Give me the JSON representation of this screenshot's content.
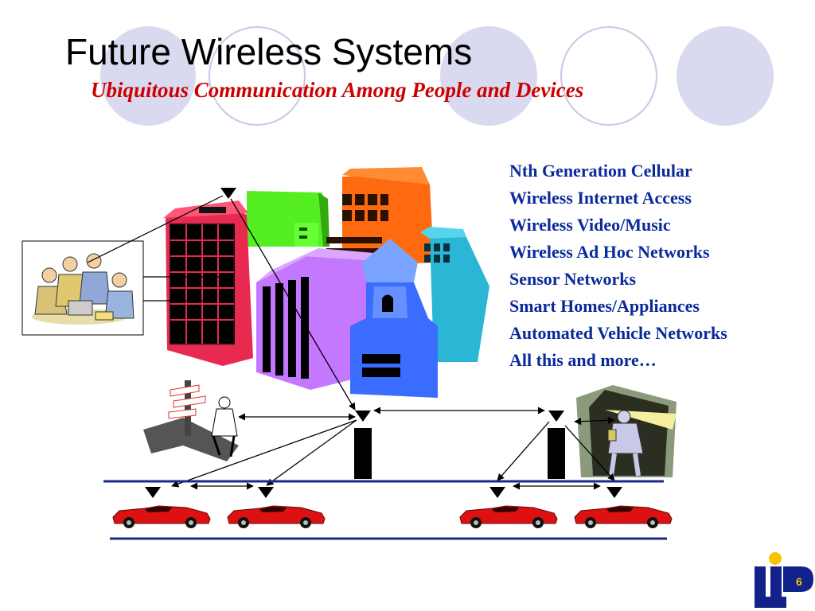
{
  "slide": {
    "title": "Future Wireless Systems",
    "subtitle": "Ubiquitous Communication Among People and Devices",
    "features": [
      "Nth Generation Cellular",
      "Wireless Internet Access",
      "Wireless Video/Music",
      "Wireless Ad Hoc Networks",
      "Sensor Networks",
      "Smart Homes/Appliances",
      "Automated Vehicle Networks",
      "All this and more…"
    ],
    "logo_text": "LIP6"
  },
  "colors": {
    "title": "#000000",
    "subtitle": "#cc0000",
    "features": "#0a2a9c",
    "decor_circle": "#d9d9f0",
    "road": "#1a2a8c",
    "car": "#dd1111"
  },
  "icons": [
    "meeting-clipart",
    "city-buildings-clipart",
    "signpost-man-clipart",
    "tunnel-man-clipart",
    "antenna-tower-icon",
    "car-icon",
    "logo-lip6"
  ]
}
